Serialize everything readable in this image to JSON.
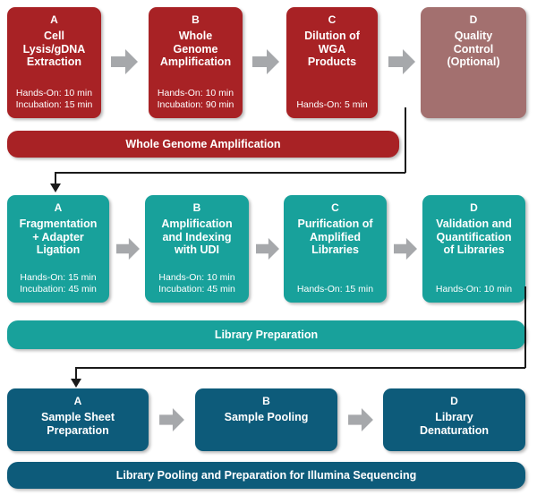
{
  "colors": {
    "red": "#a82225",
    "red_muted": "#a3706f",
    "teal": "#18a19b",
    "blue": "#0d5b7a",
    "arrow_grey": "#a6a8ab",
    "connector": "#1a1a1a",
    "text": "#ffffff"
  },
  "sections": [
    {
      "id": "whole-genome-amplification",
      "banner_label": "Whole Genome Amplification",
      "steps": [
        {
          "letter": "A",
          "title": "Cell\nLysis/gDNA\nExtraction",
          "times": "Hands-On: 10 min\nIncubation: 15 min",
          "muted": false
        },
        {
          "letter": "B",
          "title": "Whole\nGenome\nAmplification",
          "times": "Hands-On: 10 min\nIncubation: 90 min",
          "muted": false
        },
        {
          "letter": "C",
          "title": "Dilution of\nWGA\nProducts",
          "times": "Hands-On: 5 min",
          "muted": false
        },
        {
          "letter": "D",
          "title": "Quality\nControl\n(Optional)",
          "times": "",
          "muted": true
        }
      ]
    },
    {
      "id": "library-preparation",
      "banner_label": "Library Preparation",
      "steps": [
        {
          "letter": "A",
          "title": "Fragmentation\n+ Adapter\nLigation",
          "times": "Hands-On: 15 min\nIncubation: 45 min",
          "muted": false
        },
        {
          "letter": "B",
          "title": "Amplification\nand Indexing\nwith UDI",
          "times": "Hands-On: 10 min\nIncubation: 45 min",
          "muted": false
        },
        {
          "letter": "C",
          "title": "Purification of\nAmplified\nLibraries",
          "times": "Hands-On: 15 min",
          "muted": false
        },
        {
          "letter": "D",
          "title": "Validation and\nQuantification\nof Libraries",
          "times": "Hands-On: 10 min",
          "muted": false
        }
      ]
    },
    {
      "id": "library-pooling",
      "banner_label": "Library Pooling and Preparation for Illumina Sequencing",
      "steps": [
        {
          "letter": "A",
          "title": "Sample Sheet\nPreparation",
          "times": "",
          "muted": false
        },
        {
          "letter": "B",
          "title": "Sample Pooling",
          "times": "",
          "muted": false
        },
        {
          "letter": "D",
          "title": "Library\nDenaturation",
          "times": "",
          "muted": false
        }
      ]
    }
  ]
}
